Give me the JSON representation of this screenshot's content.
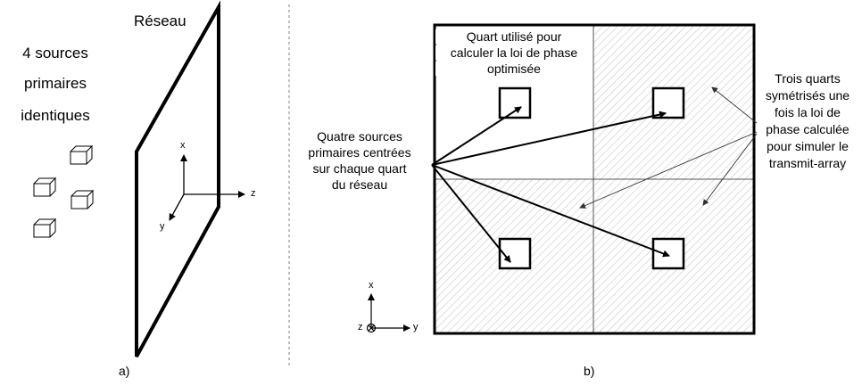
{
  "panel_a": {
    "network_title": "Réseau",
    "sources_line1": "4 sources",
    "sources_line2": "primaires",
    "sources_line3": "identiques",
    "axis_x": "x",
    "axis_y": "y",
    "axis_z": "z",
    "caption": "a)"
  },
  "panel_b": {
    "quarter_used_line1": "Quart utilisé pour",
    "quarter_used_line2": "calculer la loi de phase",
    "quarter_used_line3": "optimisée",
    "sources_line1": "Quatre sources",
    "sources_line2": "primaires centrées",
    "sources_line3": "sur chaque quart",
    "sources_line4": "du réseau",
    "three_quarters_line1": "Trois quarts",
    "three_quarters_line2": "symétrisés une",
    "three_quarters_line3": "fois la loi de",
    "three_quarters_line4": "phase calculée",
    "three_quarters_line5": "pour simuler le",
    "three_quarters_line6": "transmit-array",
    "axis_x": "x",
    "axis_y": "y",
    "axis_z": "z",
    "caption": "b)"
  },
  "colors": {
    "line": "#000000",
    "hatch": "#c8c8c8",
    "divider": "#808080"
  }
}
